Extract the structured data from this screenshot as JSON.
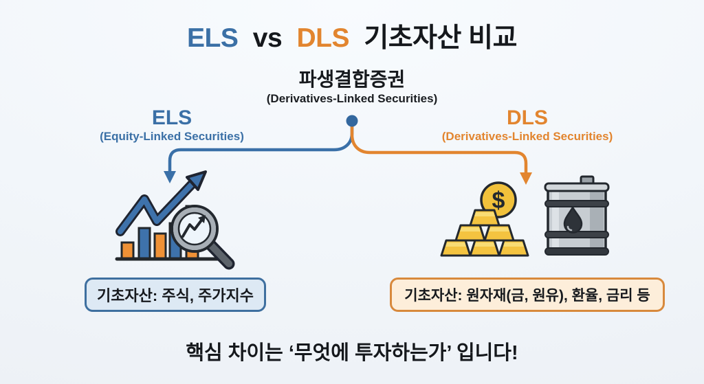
{
  "title": {
    "els": "ELS",
    "vs": "vs",
    "dls": "DLS",
    "suffix": "기초자산 비교"
  },
  "root_node": {
    "label": "파생결합증권",
    "sublabel": "(Derivatives-Linked Securities)"
  },
  "els_branch": {
    "label": "ELS",
    "sublabel": "(Equity-Linked Securities)",
    "asset_box": "기초자산: 주식, 주가지수"
  },
  "dls_branch": {
    "label": "DLS",
    "sublabel": "(Derivatives-Linked Securities)",
    "asset_box": "기초자산: 원자재(금, 원유), 환율, 금리 등"
  },
  "icons": {
    "els_chart": "stock-bar-chart-rising-arrow-magnifier",
    "dls_gold": "gold-bars-with-dollar-coin",
    "dls_oil": "oil-barrel",
    "dollar_symbol": "$"
  },
  "footer": {
    "message": "핵심 차이는 ‘무엇에 투자하는가’ 입니다!"
  },
  "colors": {
    "els_blue": "#3b70a6",
    "dls_orange": "#e2852f",
    "text_dark": "#15181c",
    "els_box_bg": "#dde9f4",
    "els_box_border": "#3e6f9f",
    "dls_box_bg": "#fdeeda",
    "dls_box_border": "#d8893c",
    "bar_orange": "#ef9136",
    "bar_blue": "#3e72ab",
    "gold": "#f4c340",
    "background": "#f2f6fa"
  }
}
